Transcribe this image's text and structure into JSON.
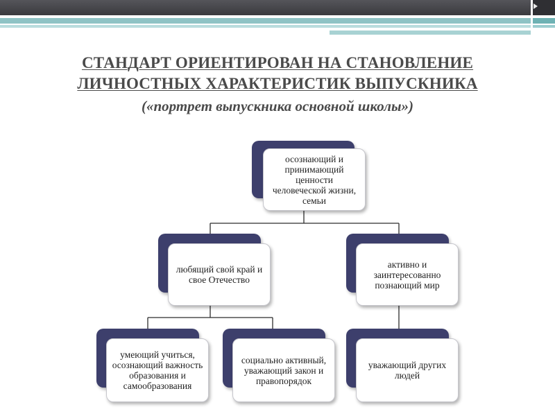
{
  "slide": {
    "title_line1": "СТАНДАРТ ОРИЕНТИРОВАН НА СТАНОВЛЕНИЕ",
    "title_line2": "ЛИЧНОСТНЫХ ХАРАКТЕРИСТИК ВЫПУСКНИКА",
    "subtitle": "(«портрет выпускника основной школы»)"
  },
  "diagram": {
    "nodes": {
      "root": "осознающий и принимающий ценности человеческой жизни, семьи",
      "left": "любящий свой край и свое Отечество",
      "right": "активно и заинтересованно познающий мир",
      "left_child_1": "умеющий учиться, осознающий важность образования и самообразования",
      "left_child_2": "социально активный, уважающий закон и правопорядок",
      "right_child": "уважающий других людей"
    }
  },
  "colors": {
    "node_back": "#3d3f6c",
    "node_front": "#ffffff",
    "title_text": "#4a4a4a",
    "accent_teal": "#8fc3c5",
    "top_bar": "#3f3f43"
  }
}
